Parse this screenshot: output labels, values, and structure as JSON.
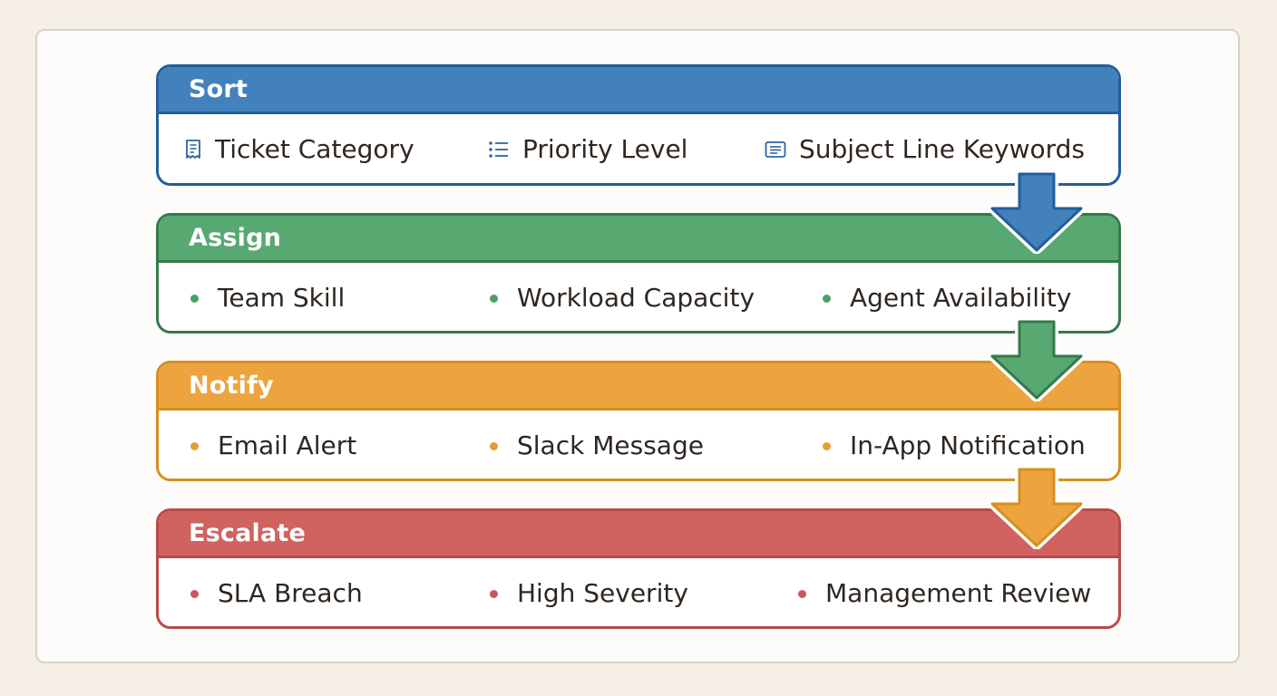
{
  "stages": [
    {
      "title": "Sort",
      "items": [
        "Ticket Category",
        "Priority Level",
        "Subject Line Keywords"
      ],
      "icons": [
        "receipt-icon",
        "list-icon",
        "document-lines-icon"
      ],
      "color": "#4381bd",
      "border": "#225e9a"
    },
    {
      "title": "Assign",
      "items": [
        "Team Skill",
        "Workload Capacity",
        "Agent Availability"
      ],
      "color": "#58a872",
      "border": "#357a4a"
    },
    {
      "title": "Notify",
      "items": [
        "Email Alert",
        "Slack Message",
        "In-App Notification"
      ],
      "color": "#eda43f",
      "border": "#d6901f"
    },
    {
      "title": "Escalate",
      "items": [
        "SLA Breach",
        "High Severity",
        "Management Review"
      ],
      "color": "#d0625f",
      "border": "#b94a4a"
    }
  ]
}
